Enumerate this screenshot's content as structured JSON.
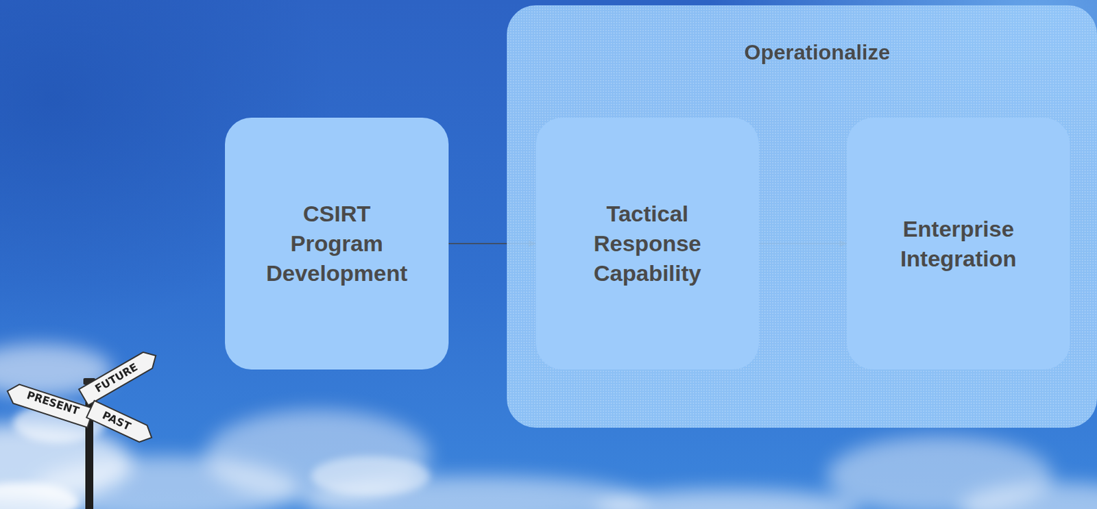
{
  "diagram": {
    "nodes": [
      {
        "text": [
          "CSIRT Program Development"
        ]
      },
      {
        "text": [
          "Operationalize"
        ]
      },
      {
        "text": [
          "Tactical Response Capability"
        ],
        "in": 1
      },
      {
        "text": [
          "Enterprise Integration"
        ],
        "in": 1
      }
    ],
    "edges": [
      {
        "from": 0,
        "to": 2,
        "arrow": "to"
      },
      {
        "from": 2,
        "to": 3,
        "arrow": "to"
      }
    ],
    "labels": [
      "FUTURE",
      "PRESENT",
      "PAST"
    ]
  }
}
